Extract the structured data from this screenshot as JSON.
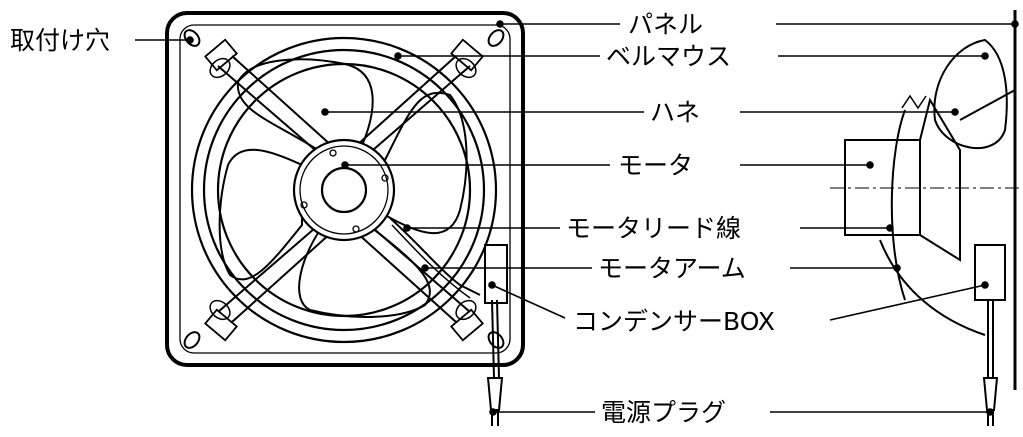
{
  "labels": {
    "mounting_hole": "取付け穴",
    "panel": "パネル",
    "bell_mouth": "ベルマウス",
    "blade": "ハネ",
    "motor": "モータ",
    "motor_lead_wire": "モータリード線",
    "motor_arm": "モータアーム",
    "capacitor_box": "コンデンサーBOX",
    "power_plug": "電源プラグ"
  }
}
